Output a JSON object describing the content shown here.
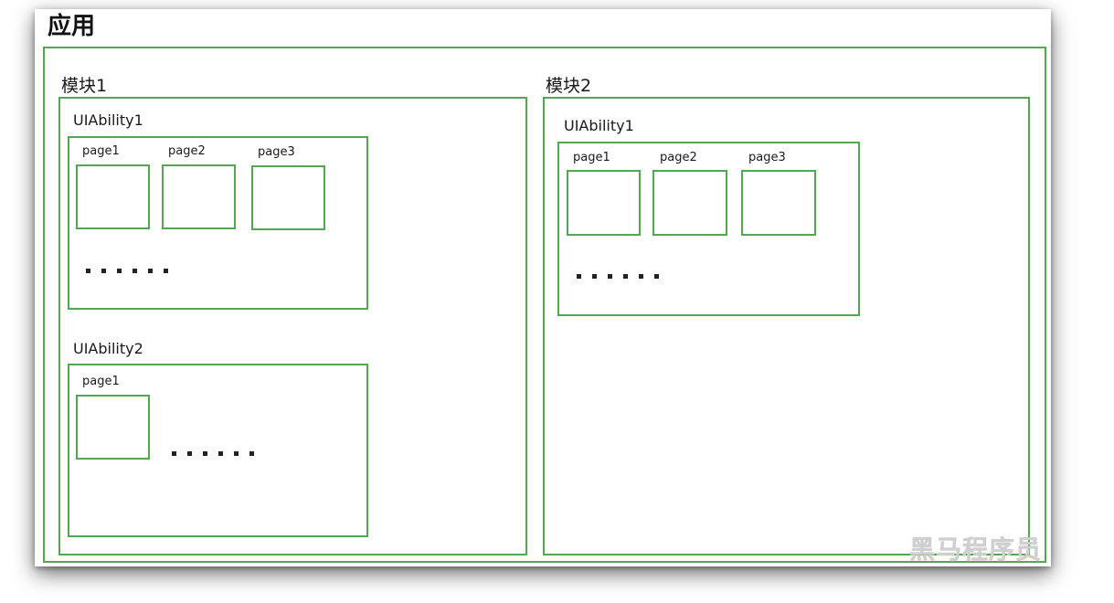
{
  "app": {
    "title": "应用"
  },
  "modules": [
    {
      "label": "模块1",
      "abilities": [
        {
          "label": "UIAbility1",
          "pages": [
            "page1",
            "page2",
            "page3"
          ]
        },
        {
          "label": "UIAbility2",
          "pages": [
            "page1"
          ]
        }
      ]
    },
    {
      "label": "模块2",
      "abilities": [
        {
          "label": "UIAbility1",
          "pages": [
            "page1",
            "page2",
            "page3"
          ]
        }
      ]
    }
  ],
  "watermark": "黑马程序员",
  "colors": {
    "border": "#52a852",
    "text": "#1a1a1a"
  }
}
